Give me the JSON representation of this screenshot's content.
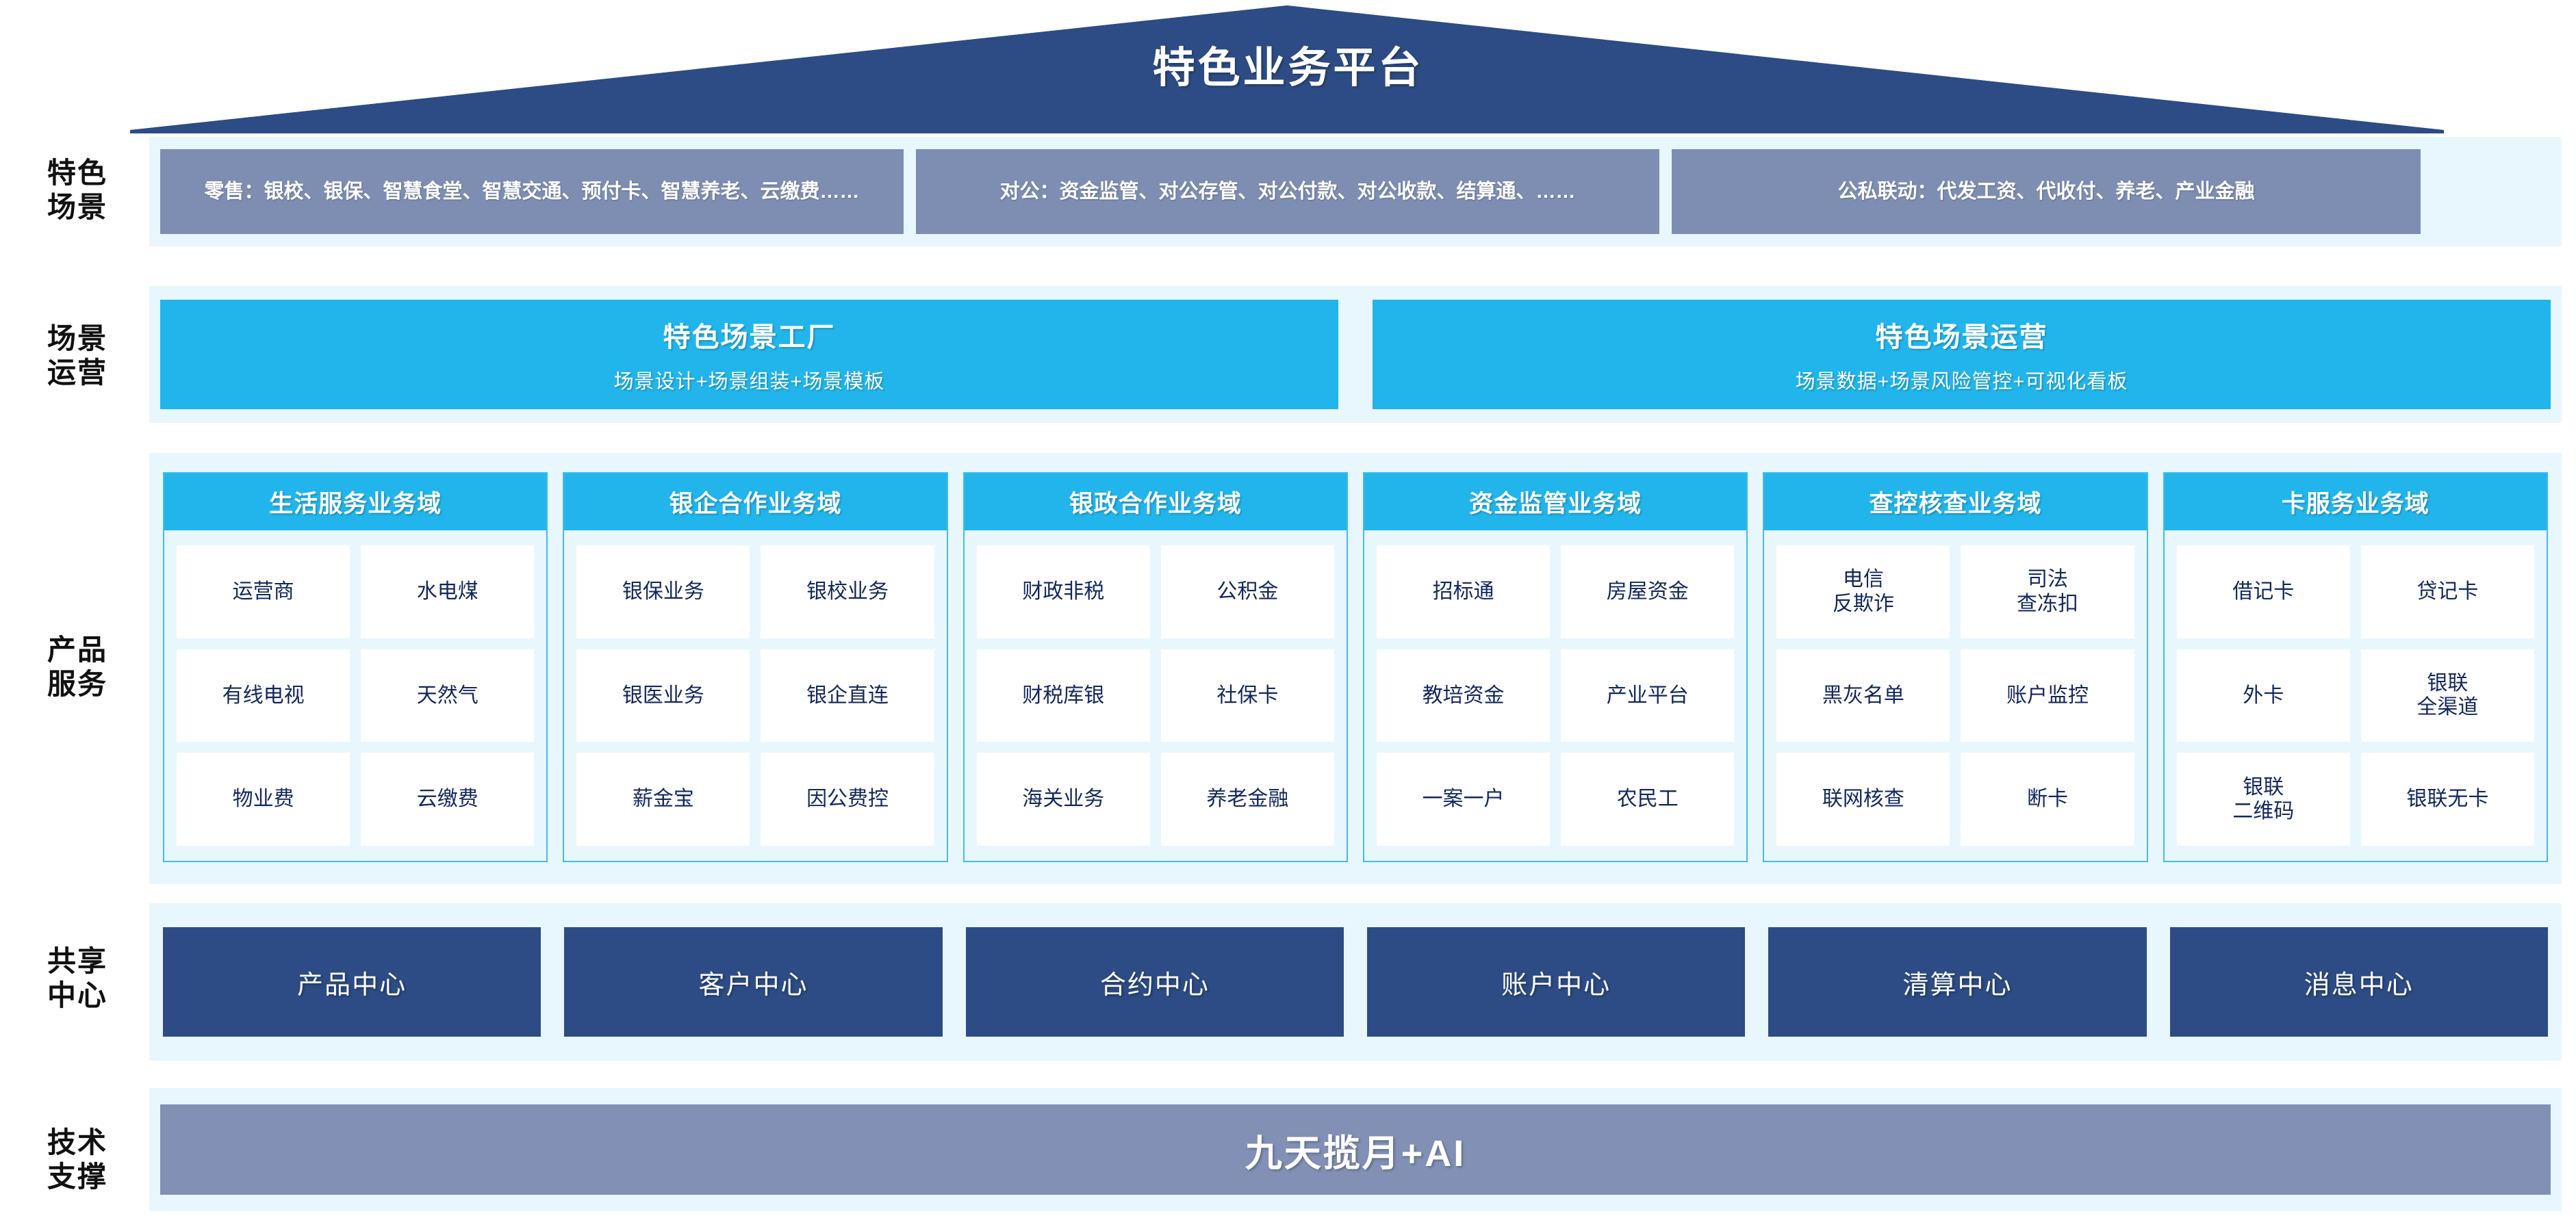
{
  "header": {
    "title": "特色业务平台",
    "roof_color": "#2D4C85"
  },
  "colors": {
    "band_bg": "#E8F7FD",
    "scene_box": "#7E8EB3",
    "cyan": "#22B5EC",
    "cyan_border": "#3FBDEA",
    "dark_blue": "#2D4C85",
    "slate": "#8190B4",
    "cell_text": "#13275E"
  },
  "row_labels": {
    "scene": "特色\n场景",
    "operation": "场景\n运营",
    "product": "产品\n服务",
    "shared": "共享\n中心",
    "tech": "技术\n支撑"
  },
  "scene_row": {
    "boxes": [
      {
        "label": "零售：银校、银保、智慧食堂、智慧交通、预付卡、智慧养老、云缴费……"
      },
      {
        "label": "对公：资金监管、对公存管、对公付款、对公收款、结算通、……"
      },
      {
        "label": "公私联动：代发工资、代收付、养老、产业金融"
      }
    ]
  },
  "operation_row": {
    "boxes": [
      {
        "title": "特色场景工厂",
        "subtitle": "场景设计+场景组装+场景模板"
      },
      {
        "title": "特色场景运营",
        "subtitle": "场景数据+场景风险管控+可视化看板"
      }
    ]
  },
  "product_row": {
    "columns": [
      {
        "title": "生活服务业务域",
        "cells": [
          "运营商",
          "水电煤",
          "有线电视",
          "天然气",
          "物业费",
          "云缴费"
        ]
      },
      {
        "title": "银企合作业务域",
        "cells": [
          "银保业务",
          "银校业务",
          "银医业务",
          "银企直连",
          "薪金宝",
          "因公费控"
        ]
      },
      {
        "title": "银政合作业务域",
        "cells": [
          "财政非税",
          "公积金",
          "财税库银",
          "社保卡",
          "海关业务",
          "养老金融"
        ]
      },
      {
        "title": "资金监管业务域",
        "cells": [
          "招标通",
          "房屋资金",
          "教培资金",
          "产业平台",
          "一案一户",
          "农民工"
        ]
      },
      {
        "title": "查控核查业务域",
        "cells": [
          "电信\n反欺诈",
          "司法\n查冻扣",
          "黑灰名单",
          "账户监控",
          "联网核查",
          "断卡"
        ]
      },
      {
        "title": "卡服务业务域",
        "cells": [
          "借记卡",
          "贷记卡",
          "外卡",
          "银联\n全渠道",
          "银联\n二维码",
          "银联无卡"
        ]
      }
    ]
  },
  "shared_row": {
    "boxes": [
      "产品中心",
      "客户中心",
      "合约中心",
      "账户中心",
      "清算中心",
      "消息中心"
    ]
  },
  "tech_row": {
    "label": "九天揽月+AI"
  }
}
